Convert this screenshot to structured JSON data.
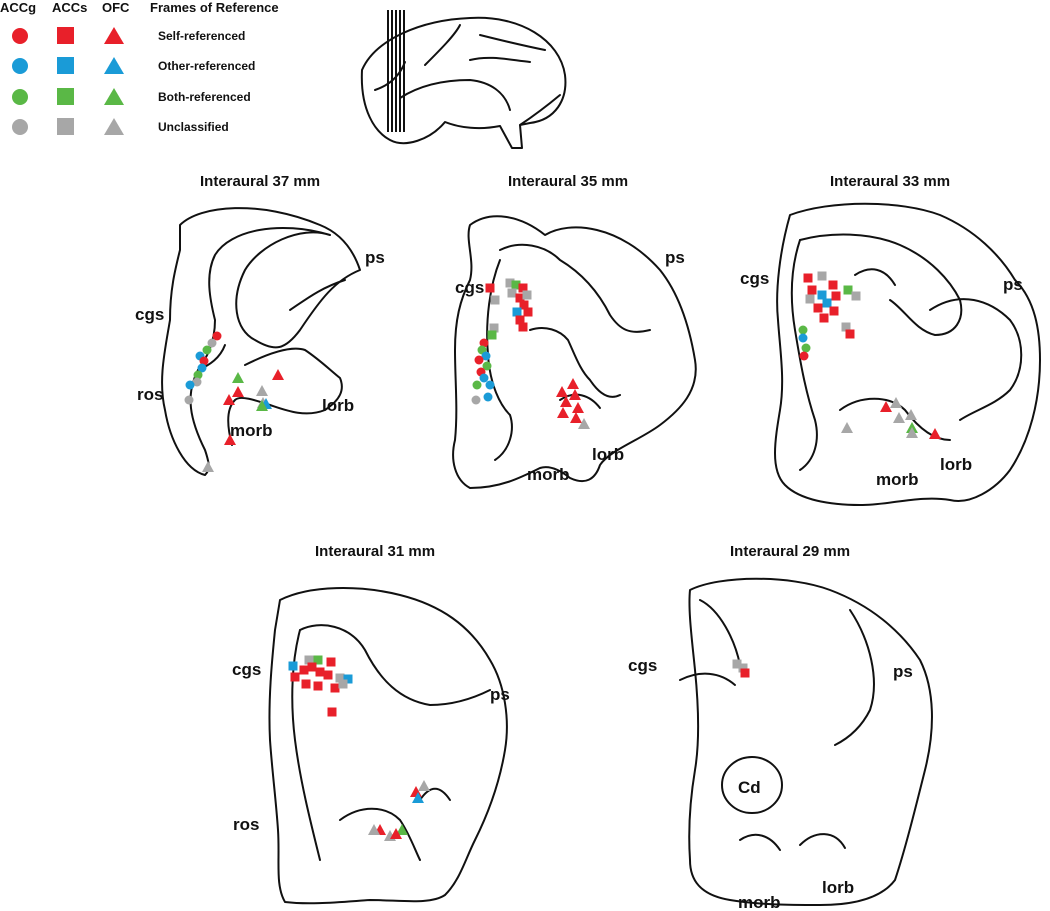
{
  "legend": {
    "columns": [
      "ACCg",
      "ACCs",
      "OFC",
      "Frames of Reference"
    ],
    "rows": [
      {
        "label": "Self-referenced",
        "color": "#e8202a"
      },
      {
        "label": "Other-referenced",
        "color": "#1a9bd7"
      },
      {
        "label": "Both-referenced",
        "color": "#5ab846"
      },
      {
        "label": "Unclassified",
        "color": "#a7a7a7"
      }
    ]
  },
  "panels": [
    {
      "title": "Interaural 37 mm",
      "labels": [
        "ps",
        "cgs",
        "ros",
        "lorb",
        "morb"
      ]
    },
    {
      "title": "Interaural 35 mm",
      "labels": [
        "ps",
        "cgs",
        "lorb",
        "morb"
      ]
    },
    {
      "title": "Interaural 33 mm",
      "labels": [
        "cgs",
        "ps",
        "lorb",
        "morb"
      ]
    },
    {
      "title": "Interaural 31 mm",
      "labels": [
        "cgs",
        "ps",
        "ros"
      ]
    },
    {
      "title": "Interaural 29 mm",
      "labels": [
        "cgs",
        "ps",
        "Cd",
        "morb",
        "lorb"
      ]
    }
  ],
  "icon": "brain-side-view-icon"
}
